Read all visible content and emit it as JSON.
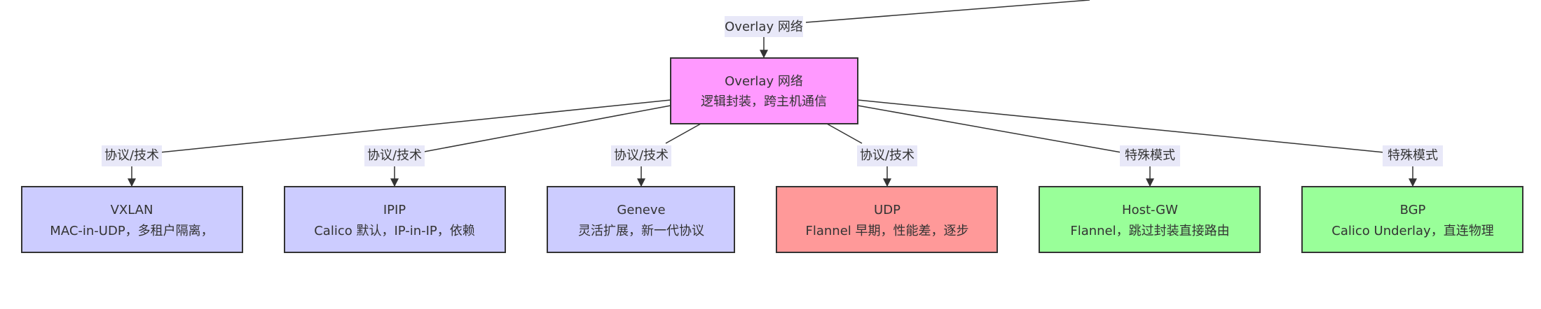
{
  "colors": {
    "overlay_fill": "#ff99ff",
    "protocol_fill": "#ccccff",
    "udp_fill": "#ff9999",
    "special_fill": "#99ff99",
    "stroke": "#333333",
    "label_bg": "#e8e8f8"
  },
  "incoming_edge": {
    "label": "Overlay 网络"
  },
  "root": {
    "title": "Overlay 网络",
    "subtitle": "逻辑封装，跨主机通信"
  },
  "edge_labels": {
    "vxlan": "协议/技术",
    "ipip": "协议/技术",
    "geneve": "协议/技术",
    "udp": "协议/技术",
    "hostgw": "特殊模式",
    "bgp": "特殊模式"
  },
  "nodes": {
    "vxlan": {
      "title": "VXLAN",
      "subtitle": "MAC-in-UDP，多租户隔离，"
    },
    "ipip": {
      "title": "IPIP",
      "subtitle": "Calico 默认，IP-in-IP，依赖"
    },
    "geneve": {
      "title": "Geneve",
      "subtitle": "灵活扩展，新一代协议"
    },
    "udp": {
      "title": "UDP",
      "subtitle": "Flannel 早期，性能差，逐步"
    },
    "hostgw": {
      "title": "Host-GW",
      "subtitle": "Flannel，跳过封装直接路由"
    },
    "bgp": {
      "title": "BGP",
      "subtitle": "Calico Underlay，直连物理"
    }
  }
}
